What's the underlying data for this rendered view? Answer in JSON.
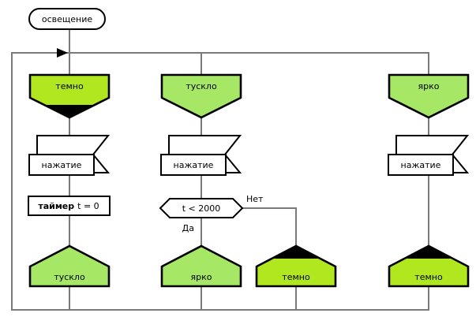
{
  "colors": {
    "state_active": "#b0e71f",
    "state_normal": "#a6e765",
    "connector": "#7a7a7a"
  },
  "start": {
    "label": "освещение"
  },
  "branch_dark": {
    "state": "темно",
    "event": "нажатие",
    "action_bold": "таймер",
    "action_rest": "t = 0",
    "next_state": "тускло"
  },
  "branch_dim": {
    "state": "тускло",
    "event": "нажатие",
    "condition": "t < 2000",
    "yes_label": "Да",
    "no_label": "Нет",
    "next_state_yes": "ярко",
    "next_state_no": "темно"
  },
  "branch_bright": {
    "state": "ярко",
    "event": "нажатие",
    "next_state": "темно"
  }
}
